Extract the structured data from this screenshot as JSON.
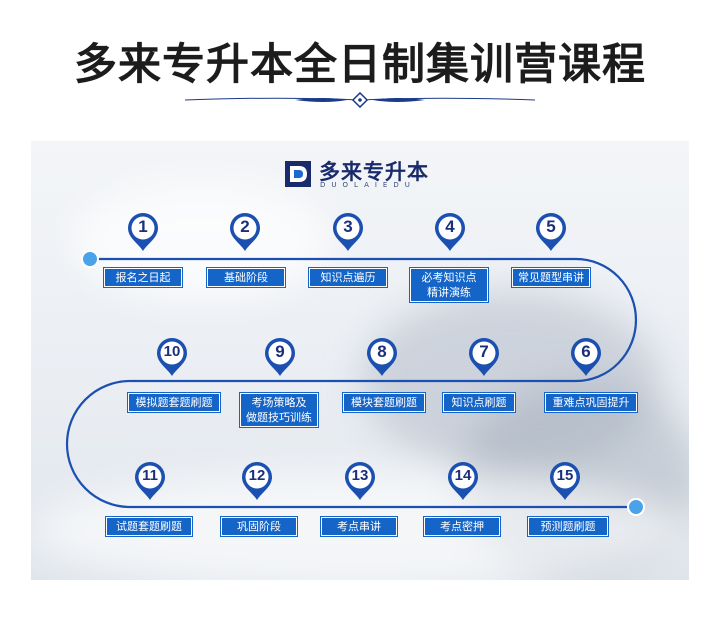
{
  "title": "多来专升本全日制集训营课程",
  "logo": {
    "name": "多来专升本",
    "sub": "DUOLAIEDU"
  },
  "steps": [
    {
      "num": "1",
      "label": "报名之日起"
    },
    {
      "num": "2",
      "label": "基础阶段"
    },
    {
      "num": "3",
      "label": "知识点遍历"
    },
    {
      "num": "4",
      "label": "必考知识点\n精讲演练"
    },
    {
      "num": "5",
      "label": "常见题型串讲"
    },
    {
      "num": "6",
      "label": "重难点巩固提升"
    },
    {
      "num": "7",
      "label": "知识点刷题"
    },
    {
      "num": "8",
      "label": "模块套题刷题"
    },
    {
      "num": "9",
      "label": "考场策略及\n做题技巧训练"
    },
    {
      "num": "10",
      "label": "模拟题套题刷题"
    },
    {
      "num": "11",
      "label": "试题套题刷题"
    },
    {
      "num": "12",
      "label": "巩固阶段"
    },
    {
      "num": "13",
      "label": "考点串讲"
    },
    {
      "num": "14",
      "label": "考点密押"
    },
    {
      "num": "15",
      "label": "预测题刷题"
    }
  ],
  "colors": {
    "track": "#1b4fb0",
    "label_bg": "#1565c8",
    "pin_text": "#1b2f7a",
    "dot": "#4aa3e8"
  }
}
